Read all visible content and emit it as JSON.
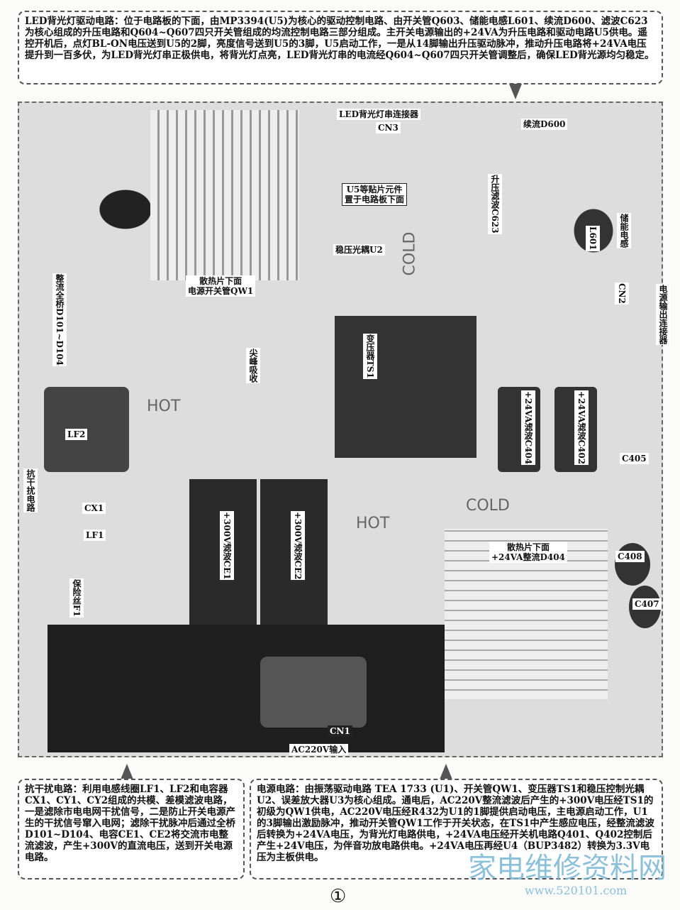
{
  "top_note": "LED背光灯驱动电路：位于电路板的下面，由MP3394(U5)为核心的驱动控制电路、由开关管Q603、储能电感L601、续流D600、滤波C623为核心组成的升压电路和Q604~Q607四只开关管组成的均流控制电路三部分组成。主开关电源输出的+24VA为升压电路和驱动电路U5供电。遥控开机后，点灯BL-ON电压送到U5的2脚，亮度信号送到U5的3脚，U5启动工作，一是从14脚输出升压驱动脉冲，推动升压电路将+24VA电压提升到一百多伏，为LED背光灯串正极供电，将背光灯点亮，LED背光灯串的电流经Q604~Q607四只开关管调整后，确保LED背光源均匀稳定。",
  "labels": {
    "led_connector": "LED背光灯串连接器",
    "cn3": "CN3",
    "d600": "续流D600",
    "u5_line1": "U5等贴片元件",
    "u5_line2": "置于电路板下面",
    "c623": "升压滤波C623",
    "l601": "L601",
    "storage_inductor": "储能电感",
    "u2": "稳压光耦U2",
    "qw1_line1": "散热片下面",
    "qw1_line2": "电源开关管QW1",
    "bridge": "整流全桥D101~D104",
    "spike": "尖峰吸收",
    "ts1": "变压器TS1",
    "cn2": "CN2",
    "output_connector": "电源输出连接器",
    "lf2": "LF2",
    "emi": "抗干扰电路",
    "cx1": "CX1",
    "lf1": "LF1",
    "fuse": "保险丝F1",
    "ce1": "+300V滤波CE1",
    "ce2": "+300V滤波CE2",
    "c404": "+24VA滤波C404",
    "c402": "+24VA滤波C402",
    "c405": "C405",
    "d404_line1": "散热片下面",
    "d404_line2": "+24VA整流D404",
    "c408": "C408",
    "c407": "C407",
    "cn1": "CN1",
    "ac_input": "AC220V输入",
    "hot1": "HOT",
    "hot2": "HOT",
    "cold1": "COLD",
    "cold2": "COLD"
  },
  "bottom_left_note": "抗干扰电路：利用电感线圈LF1、LF2和电容器CX1、CY1、CY2组成的共模、差模滤波电路，一是滤除市电电网干扰信号，二是防止开关电源产生的干扰信号窜入电网；滤除干扰脉冲后通过全桥D101~D104、电容CE1、CE2将交流市电整流滤波，产生+300V的直流电压，送到开关电源电路。",
  "bottom_right_note": "电源电路：由振荡驱动电路 TEA 1733 (U1)、开关管QW1、变压器TS1和稳压控制光耦U2、误差放大器U3为核心组成。通电后，AC220V整流滤波后产生的+300V电压经TS1的初级为QW1供电，AC220V电压经R432为U1的1脚提供启动电压，主电源启动工作，U1的3脚输出激励脉冲，推动开关管QW1工作于开关状态，在TS1中产生感应电压，经整流滤波后转换为+24VA电压，为背光灯电路供电，+24VA电压经开关机电路Q401、Q402控制后产生+24V电压，为伴音功放电路供电。+24VA电压再经U4（BUP3482）转换为3.3V电压为主板供电。",
  "figure_number": "①",
  "watermark": {
    "name": "家电维修资料网",
    "url": "www.520101.com"
  }
}
